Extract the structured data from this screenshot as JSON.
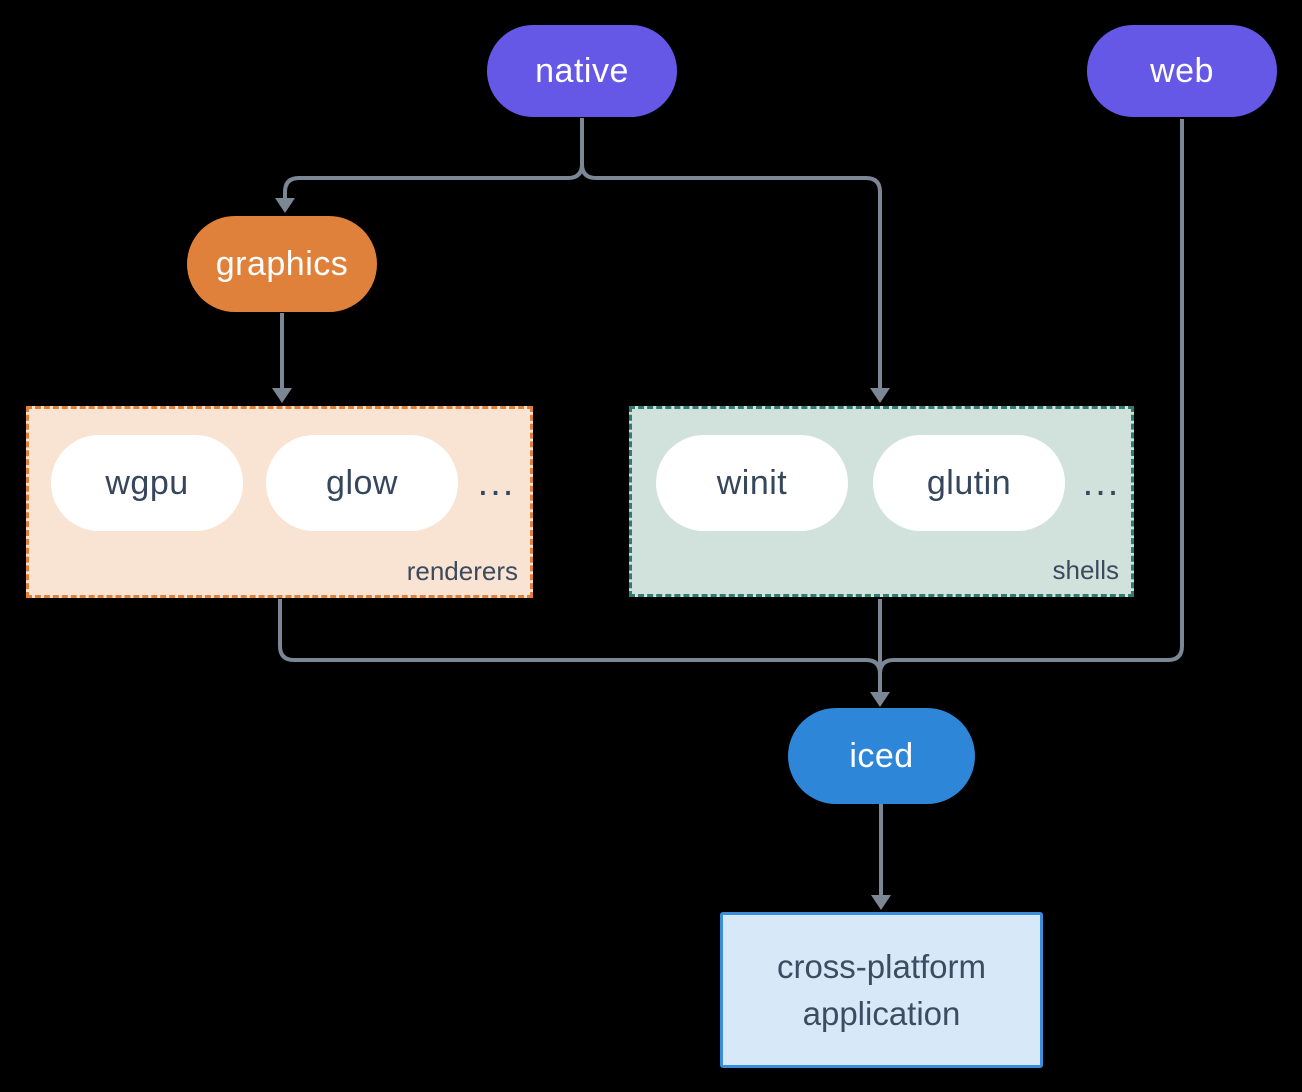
{
  "diagram": {
    "background": "#000000",
    "line_color": "#7b8794",
    "nodes": {
      "native": {
        "label": "native",
        "color": "#6658e6"
      },
      "web": {
        "label": "web",
        "color": "#6658e6"
      },
      "graphics": {
        "label": "graphics",
        "color": "#e0813b"
      },
      "iced": {
        "label": "iced",
        "color": "#2e86d8"
      },
      "application": {
        "lines": [
          "cross-platform",
          "application"
        ],
        "bg": "#d7e8f8",
        "border": "#3a8cdd"
      }
    },
    "groups": {
      "renderers": {
        "label": "renderers",
        "items": [
          "wgpu",
          "glow"
        ],
        "more": "...",
        "bg": "#f9e4d4",
        "border": "#e0813b"
      },
      "shells": {
        "label": "shells",
        "items": [
          "winit",
          "glutin"
        ],
        "more": "...",
        "bg": "#d1e2dc",
        "border": "#2e7d6e"
      }
    },
    "edges": [
      {
        "from": "native",
        "to": "graphics"
      },
      {
        "from": "native",
        "to": "shells"
      },
      {
        "from": "graphics",
        "to": "renderers"
      },
      {
        "from": "renderers",
        "to": "iced"
      },
      {
        "from": "shells",
        "to": "iced"
      },
      {
        "from": "web",
        "to": "iced"
      },
      {
        "from": "iced",
        "to": "application"
      }
    ]
  }
}
